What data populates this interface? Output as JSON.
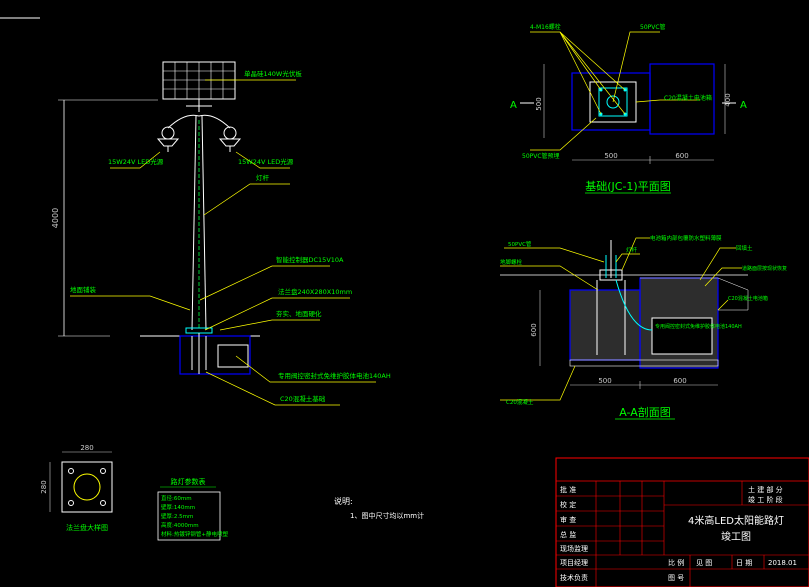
{
  "colors": {
    "background": "#000000",
    "frame": "#ff0000",
    "outline": "#ffffff",
    "leader": "#ffff00",
    "label": "#00ff00",
    "dimension": "#cccccc",
    "foundation_blue": "#0000ff",
    "hatch": "#808080",
    "pole_green": "#00cc33",
    "cyan": "#00ffff",
    "hdr": "#ffff00"
  },
  "elevation": {
    "height_dim": "4000",
    "labels": {
      "solar_panel": "单晶硅140W光伏板",
      "lamp_left": "15W24V LED光源",
      "lamp_right": "15W24V LED光源",
      "pole": "灯杆",
      "controller": "智能控制器DC15V10A",
      "flange": "法兰盘240X280X10mm",
      "ground": "地面铺装",
      "backfill": "夯实、地面硬化",
      "battery": "专用阀控密封式免维护胶体电池140AH",
      "foundation": "C20混凝土基础"
    }
  },
  "plan": {
    "title": "基础(JC-1)平面图",
    "labels": {
      "bolts": "4-M16螺栓",
      "conduit": "50PVC管",
      "battery_box": "C20混凝土电池箱",
      "pvc": "50PVC管预埋",
      "section_marker": "A"
    },
    "dims": {
      "left": "500",
      "bottom_left": "500",
      "bottom_right": "600",
      "right": "400"
    }
  },
  "section": {
    "title": "A-A剖面图",
    "labels": {
      "pvc": "50PVC管",
      "anchor": "地脚螺栓",
      "lamp_pole": "灯杆",
      "battery_wrap": "电池箱内部包覆防水塑料薄膜",
      "backfill": "回填土",
      "compact": "道路面层按现状恢复",
      "concrete_box": "C20混凝土电池箱",
      "battery_inner": "专用阀控密封式免维护胶体电池140AH",
      "cushion": "C20混凝土"
    },
    "dims": {
      "height": "600",
      "bottom_left": "500",
      "bottom_right": "600"
    }
  },
  "flange": {
    "title": "法兰盘大样图",
    "dim_w": "280",
    "dim_h": "280"
  },
  "params": {
    "title": "路灯参数表",
    "rows": [
      "直径:60mm",
      "壁厚:140mm",
      "壁厚:2.5mm",
      "高度:4000mm",
      "材料:热镀锌钢管+静电喷塑"
    ]
  },
  "notes": {
    "heading": "说明:",
    "line1": "1、图中尺寸均以mm计"
  },
  "title_block": {
    "rows_left": [
      "批  准",
      "校  定",
      "审  查",
      "总  监",
      "现场监理",
      "项目经理",
      "技术负责"
    ],
    "unit_line1": "土 建  部 分",
    "unit_line2": "竣 工  阶 段",
    "drawing_title1": "4米高LED太阳能路灯",
    "drawing_title2": "竣工图",
    "scale_label": "比 例",
    "scale_value": "见 图",
    "date_label": "日 期",
    "date_value": "2018.01",
    "sheet_label": "图 号"
  }
}
